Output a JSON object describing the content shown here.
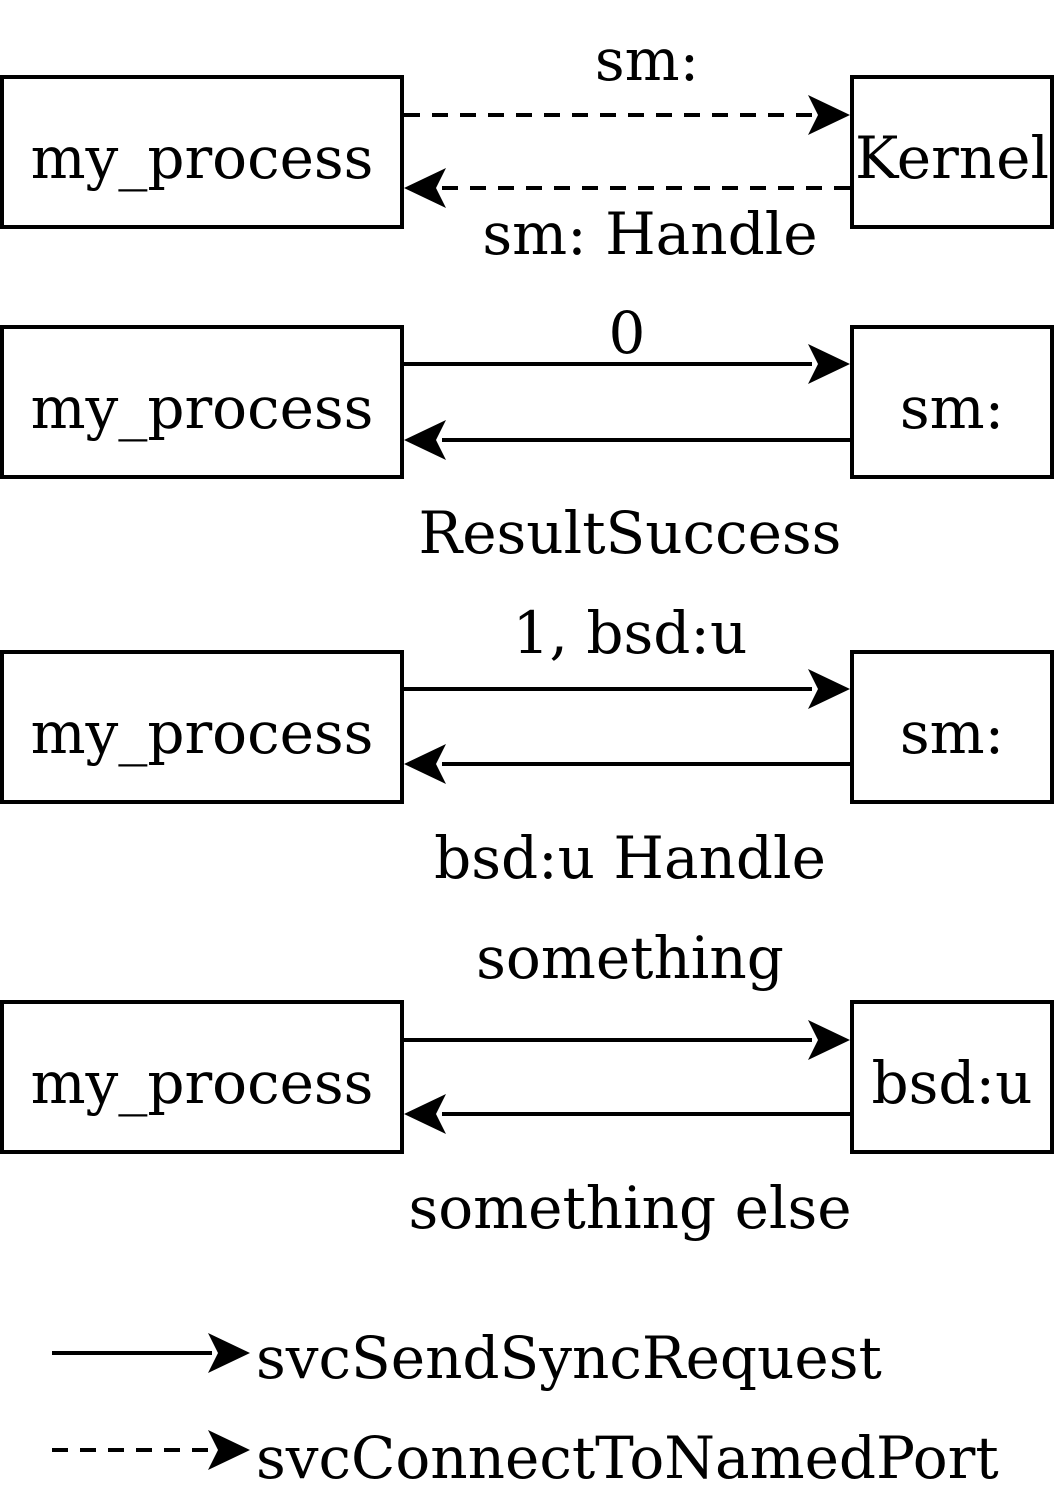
{
  "rows": [
    {
      "left": "my_process",
      "right": "Kernel",
      "top_label": "sm:",
      "bottom_label": "sm: Handle",
      "style": "dashed"
    },
    {
      "left": "my_process",
      "right": "sm:",
      "top_label": "0",
      "bottom_label": "ResultSuccess",
      "style": "solid"
    },
    {
      "left": "my_process",
      "right": "sm:",
      "top_label": "1, bsd:u",
      "bottom_label": "bsd:u Handle",
      "style": "solid"
    },
    {
      "left": "my_process",
      "right": "bsd:u",
      "top_label": "something",
      "bottom_label": "something else",
      "style": "solid"
    }
  ],
  "legend": {
    "solid_label": "svcSendSyncRequest",
    "dashed_label": "svcConnectToNamedPort"
  }
}
